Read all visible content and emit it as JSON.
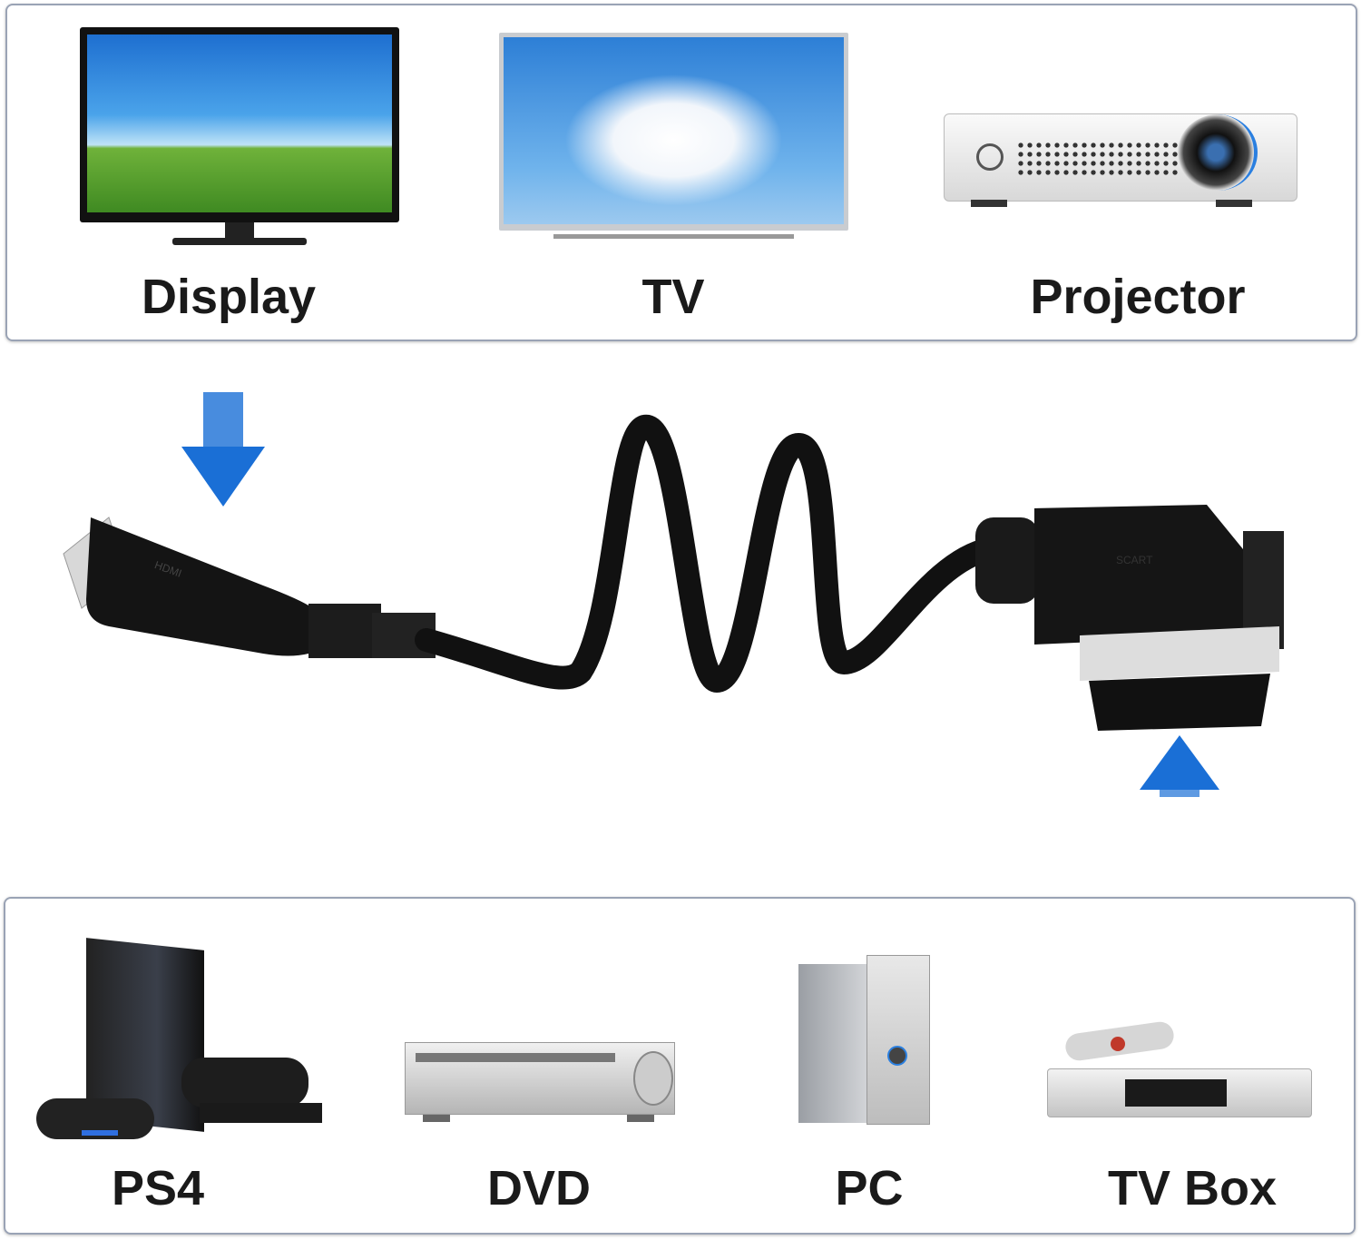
{
  "outputs": [
    {
      "label": "Display"
    },
    {
      "label": "TV"
    },
    {
      "label": "Projector"
    }
  ],
  "inputs": [
    {
      "label": "PS4"
    },
    {
      "label": "DVD"
    },
    {
      "label": "PC"
    },
    {
      "label": "TV Box"
    }
  ],
  "connectors": {
    "hdmi_end": "HDMI",
    "scart_end": "SCART"
  },
  "colors": {
    "arrow": "#1a6fd6",
    "cable": "#111111",
    "panel_border": "#9aa3b5"
  }
}
